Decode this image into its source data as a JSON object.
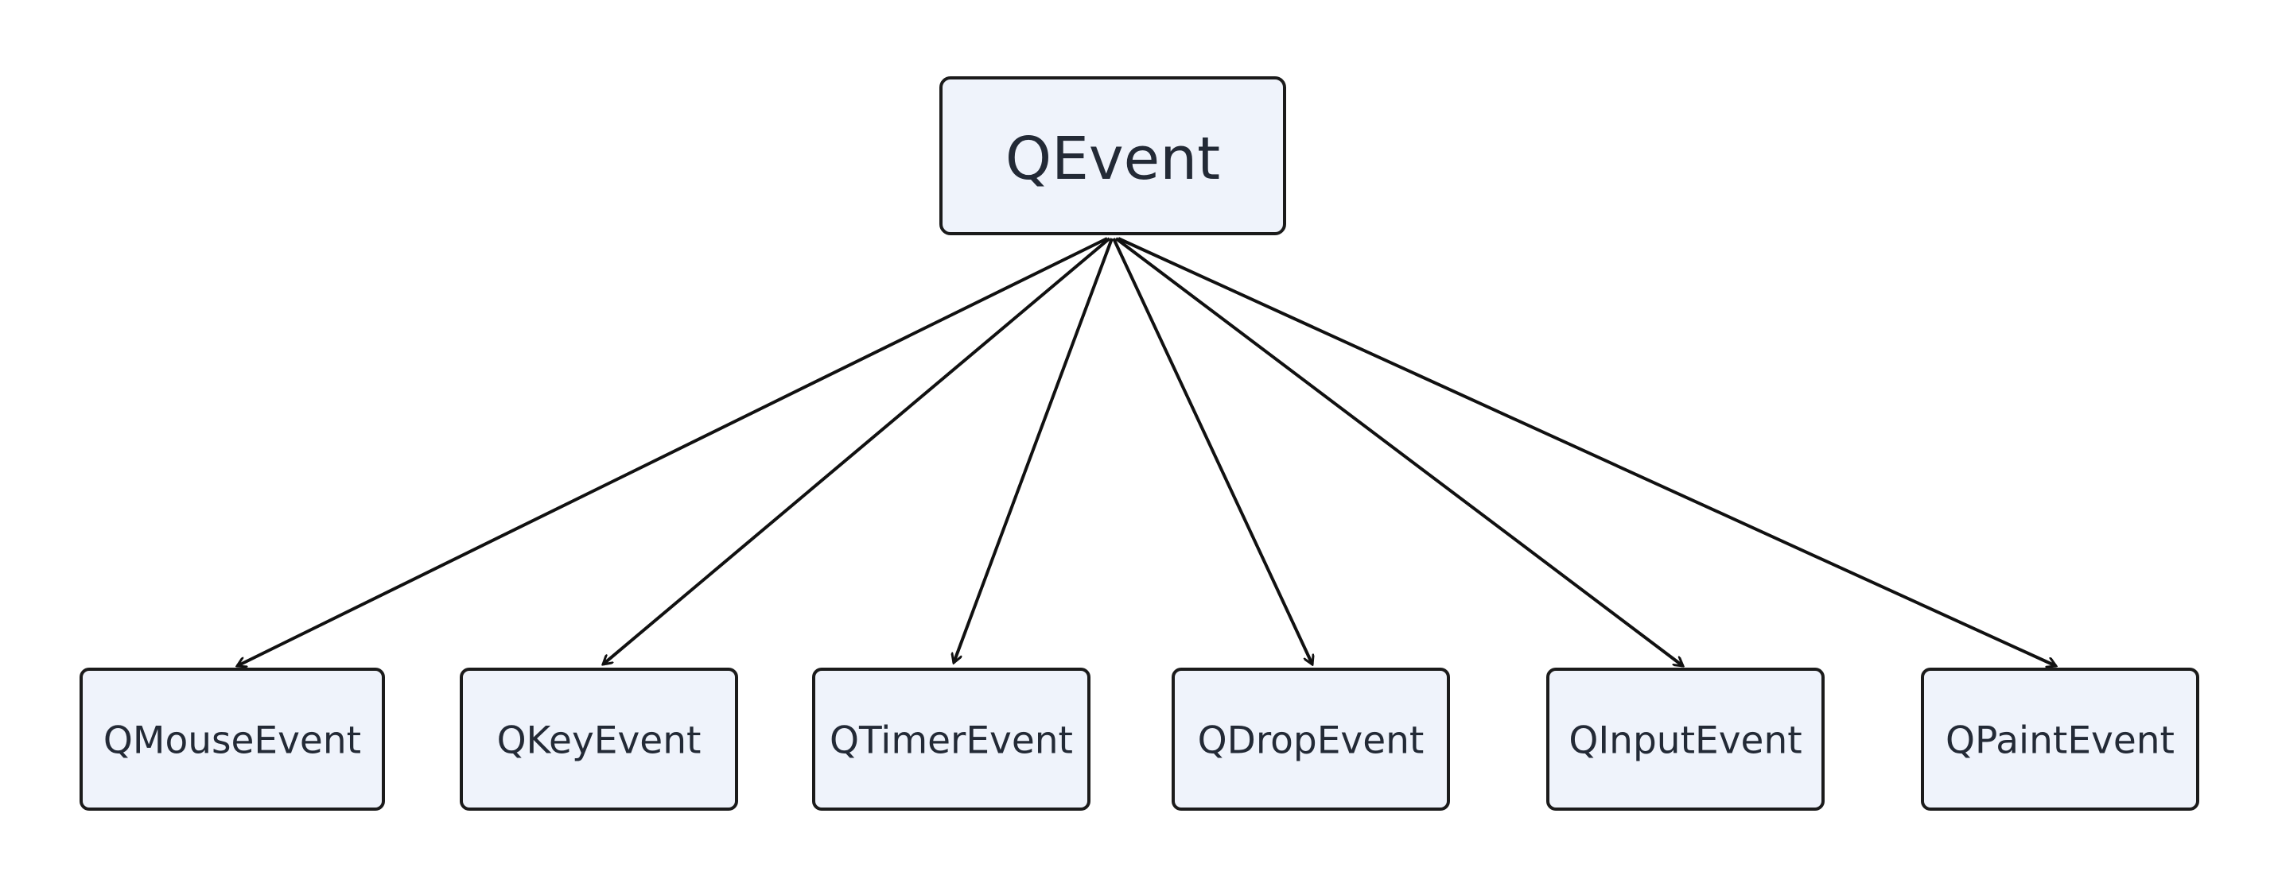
{
  "diagram": {
    "root": {
      "label": "QEvent"
    },
    "children": [
      {
        "label": "QMouseEvent"
      },
      {
        "label": "QKeyEvent"
      },
      {
        "label": "QTimerEvent"
      },
      {
        "label": "QDropEvent"
      },
      {
        "label": "QInputEvent"
      },
      {
        "label": "QPaintEvent"
      }
    ]
  },
  "colors": {
    "node_fill": "#eff3fb",
    "node_stroke": "#1b1b1b",
    "text": "#232a36",
    "edge": "#111111"
  }
}
